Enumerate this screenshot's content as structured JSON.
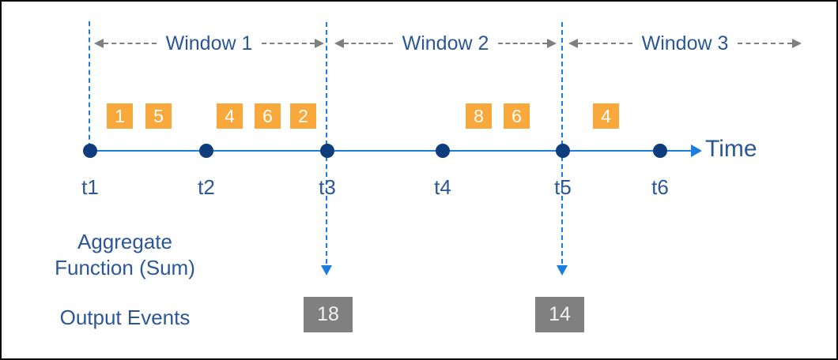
{
  "diagram_type": "tumbling-window stream aggregation timeline",
  "colors": {
    "timeline_blue": "#1A7EE0",
    "dot_navy": "#0E3C7C",
    "label_navy": "#2B5797",
    "event_orange": "#F9A83B",
    "arrow_gray": "#7F7F7F",
    "output_gray": "#808080"
  },
  "windows": [
    {
      "label": "Window 1"
    },
    {
      "label": "Window 2"
    },
    {
      "label": "Window 3"
    }
  ],
  "timeline": {
    "label": "Time",
    "ticks": [
      {
        "label": "t1"
      },
      {
        "label": "t2"
      },
      {
        "label": "t3"
      },
      {
        "label": "t4"
      },
      {
        "label": "t5"
      },
      {
        "label": "t6"
      }
    ]
  },
  "events": [
    {
      "value": "1",
      "window": "Window 1"
    },
    {
      "value": "5",
      "window": "Window 1"
    },
    {
      "value": "4",
      "window": "Window 1"
    },
    {
      "value": "6",
      "window": "Window 1"
    },
    {
      "value": "2",
      "window": "Window 1"
    },
    {
      "value": "8",
      "window": "Window 2"
    },
    {
      "value": "6",
      "window": "Window 2"
    },
    {
      "value": "4",
      "window": "Window 3"
    }
  ],
  "aggregate": {
    "line1": "Aggregate",
    "line2": "Function (Sum)"
  },
  "output": {
    "label": "Output Events",
    "events": [
      {
        "value": "18",
        "at_tick": "t3"
      },
      {
        "value": "14",
        "at_tick": "t5"
      }
    ]
  }
}
